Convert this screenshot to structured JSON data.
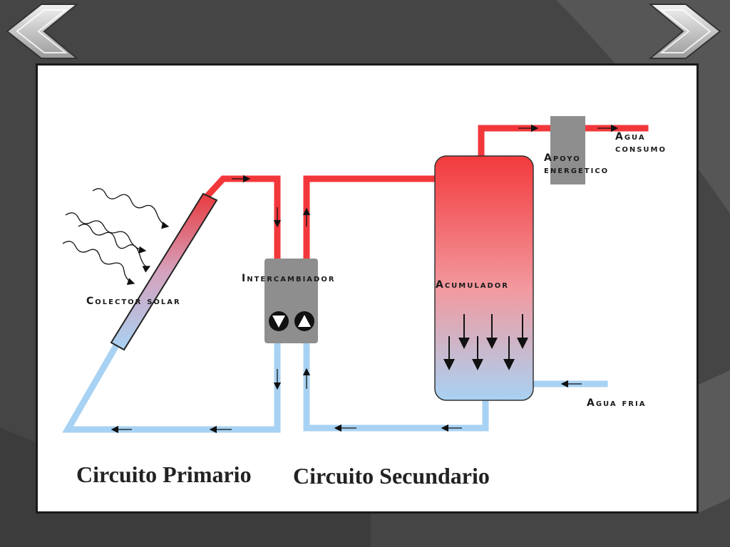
{
  "navigation": {
    "prev_icon": "chevron-left-icon",
    "next_icon": "chevron-right-icon"
  },
  "diagram": {
    "labels": {
      "collector": "Colector solar",
      "exchanger": "Intercambiador",
      "accumulator": "Acumulador",
      "support": "Apoyo energetico",
      "consumption": "Agua consumo",
      "cold_water": "Agua fria"
    },
    "captions": {
      "primary": "Circuito Primario",
      "secondary": "Circuito Secundario"
    },
    "colors": {
      "hot": "#f2373b",
      "cold": "#a8d2f3",
      "device": "#8e8e8e"
    },
    "pump_icons": [
      "pump-down-icon",
      "pump-up-icon"
    ]
  }
}
